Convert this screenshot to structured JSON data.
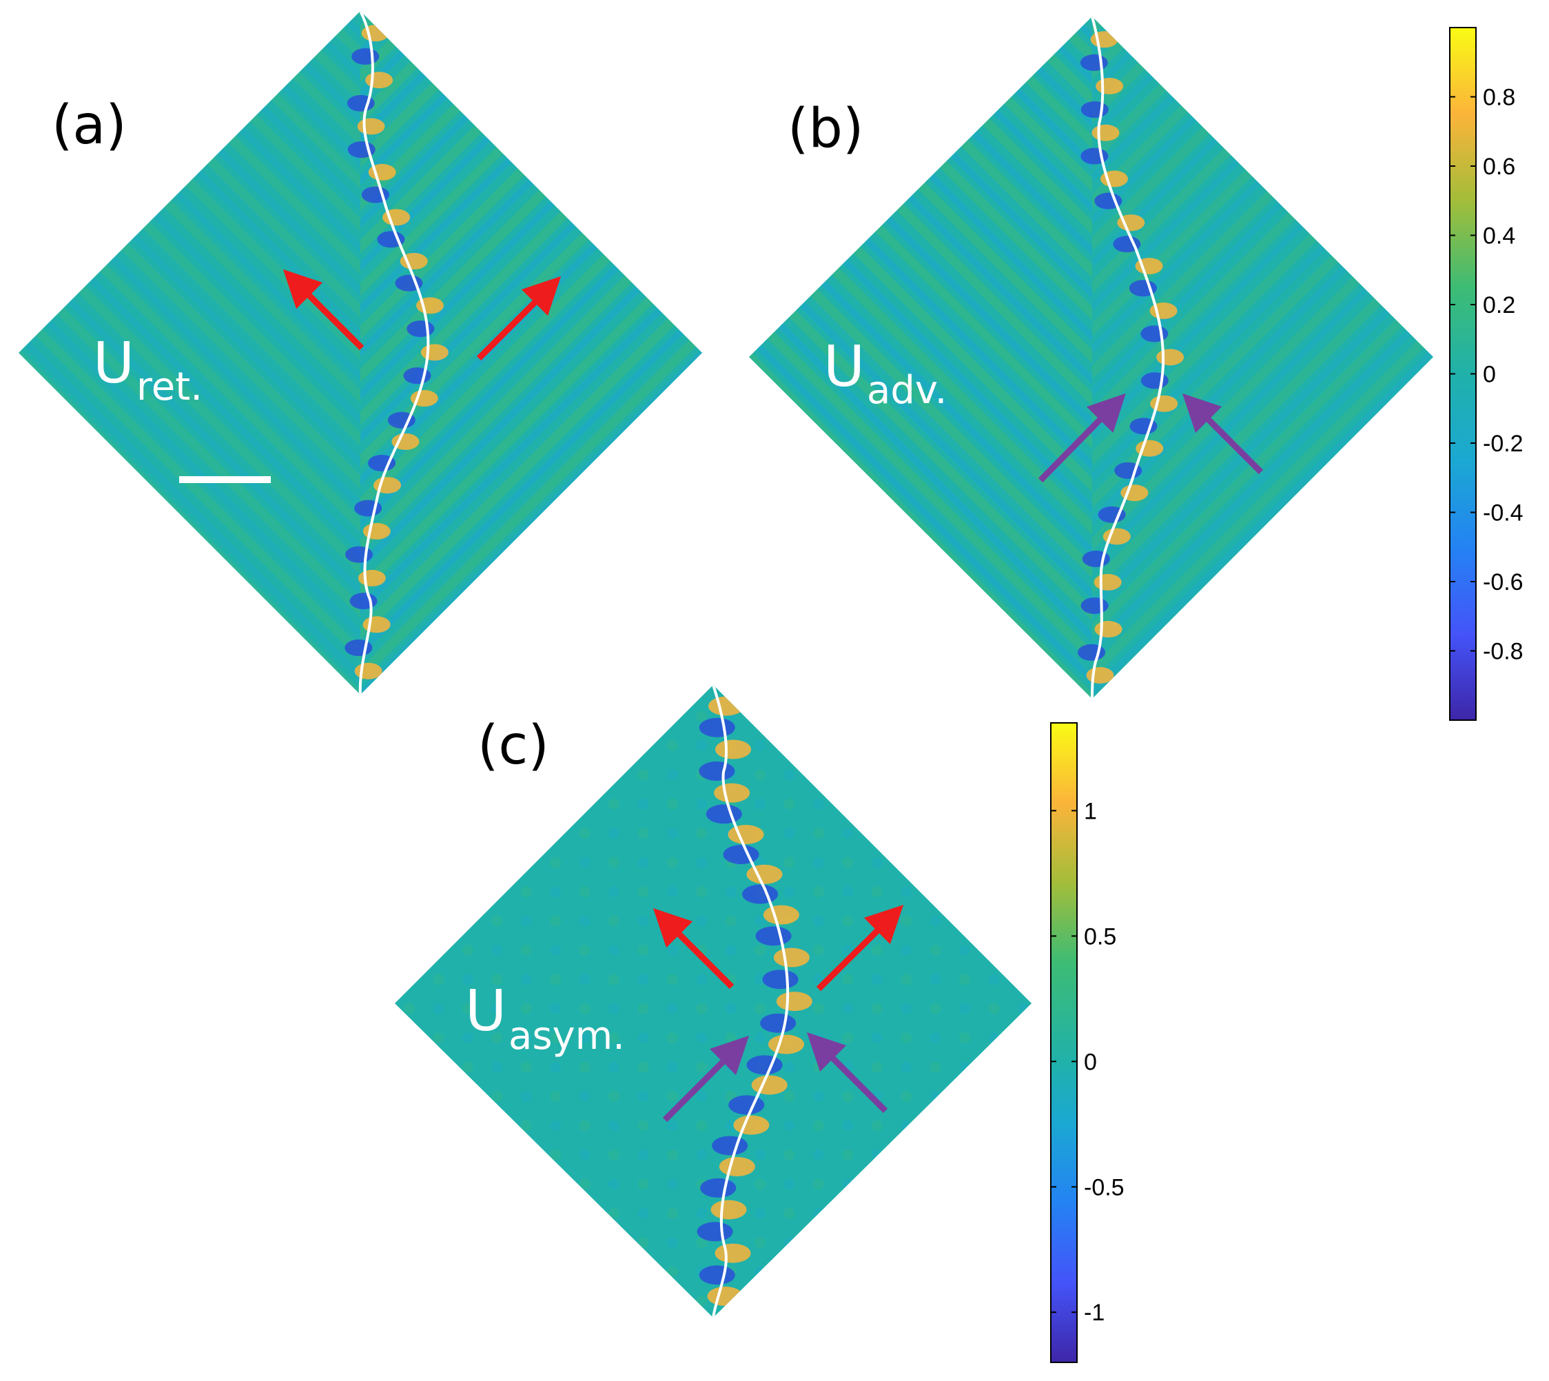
{
  "chart_data": [
    {
      "type": "heatmap",
      "panel_label": "(a)",
      "field_label": "U",
      "field_subscript": "ret.",
      "arrows": [
        {
          "color": "red",
          "direction": "up-left"
        },
        {
          "color": "red",
          "direction": "up-right"
        }
      ],
      "scale_bar": true
    },
    {
      "type": "heatmap",
      "panel_label": "(b)",
      "field_label": "U",
      "field_subscript": "adv.",
      "arrows": [
        {
          "color": "purple",
          "direction": "up-right"
        },
        {
          "color": "purple",
          "direction": "up-left"
        }
      ]
    },
    {
      "type": "heatmap",
      "panel_label": "(c)",
      "field_label": "U",
      "field_subscript": "asym.",
      "arrows": [
        {
          "color": "red",
          "direction": "up-left"
        },
        {
          "color": "red",
          "direction": "up-right"
        },
        {
          "color": "purple",
          "direction": "up-right"
        },
        {
          "color": "purple",
          "direction": "up-left"
        }
      ]
    }
  ],
  "colorbars": [
    {
      "range": [
        -1.0,
        1.0
      ],
      "ticks": [
        0.8,
        0.6,
        0.4,
        0.2,
        0,
        -0.2,
        -0.4,
        -0.6,
        -0.8
      ],
      "tick_labels": [
        "0.8",
        "0.6",
        "0.4",
        "0.2",
        "0",
        "-0.2",
        "-0.4",
        "-0.6",
        "-0.8"
      ]
    },
    {
      "range": [
        -1.2,
        1.35
      ],
      "ticks": [
        1,
        0.5,
        0,
        -0.5,
        -1
      ],
      "tick_labels": [
        "1",
        "0.5",
        "0",
        "-0.5",
        "-1"
      ]
    }
  ],
  "colormap": [
    "#3e26a8",
    "#4454f9",
    "#2483f3",
    "#1ba8d2",
    "#20b1aa",
    "#3dbc74",
    "#a3bd3a",
    "#fbb43a",
    "#f9fb15"
  ],
  "arrow_colors": {
    "red": "#ee1c1c",
    "purple": "#7a3ea0"
  },
  "background_field_color": "#20b1aa"
}
